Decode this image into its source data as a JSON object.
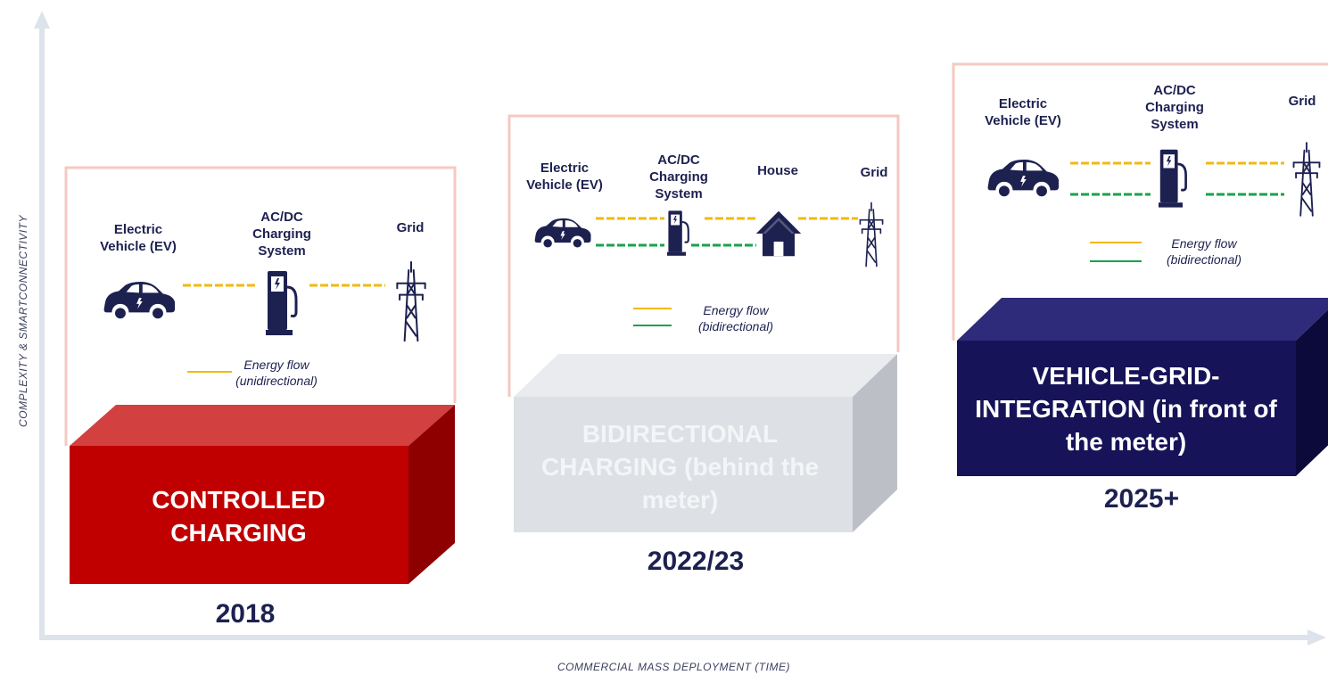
{
  "axes": {
    "y_label": "COMPLEXITY & SMARTCONNECTIVITY",
    "x_label": "COMMERCIAL MASS DEPLOYMENT (TIME)"
  },
  "stages": [
    {
      "year": "2018",
      "box_title": "CONTROLLED CHARGING",
      "colors": {
        "front": "#c00000",
        "top": "#d24040",
        "side": "#8e0000",
        "text": "#ffffff"
      },
      "nodes": {
        "ev": "Electric Vehicle (EV)",
        "charger": "AC/DC Charging System",
        "grid": "Grid"
      },
      "legend": {
        "flow": "Energy flow",
        "direction": "(unidirectional)"
      }
    },
    {
      "year": "2022/23",
      "box_title": "BIDIRECTIONAL CHARGING (behind the meter)",
      "colors": {
        "front": "#dde0e5",
        "top": "#e9ebee",
        "side": "#bcc0c6",
        "text": "#f4f5f7"
      },
      "nodes": {
        "ev": "Electric Vehicle (EV)",
        "charger": "AC/DC Charging System",
        "house": "House",
        "grid": "Grid"
      },
      "legend": {
        "flow": "Energy flow",
        "direction": "(bidirectional)"
      }
    },
    {
      "year": "2025+",
      "box_title": "VEHICLE-GRID-INTEGRATION (in front of the meter)",
      "colors": {
        "front": "#161358",
        "top": "#2e2b7a",
        "side": "#0c0a3a",
        "text": "#ffffff"
      },
      "nodes": {
        "ev": "Electric Vehicle (EV)",
        "charger": "AC/DC Charging System",
        "grid": "Grid"
      },
      "legend": {
        "flow": "Energy flow",
        "direction": "(bidirectional)"
      }
    }
  ],
  "colors": {
    "frame": "#f4c9c1",
    "axis": "#dde3ea",
    "icon": "#1d2150",
    "flow_yellow": "#f2b90f",
    "flow_green": "#17a34a"
  }
}
